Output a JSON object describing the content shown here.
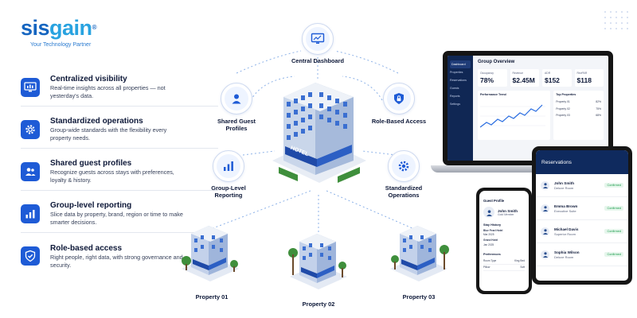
{
  "brand": {
    "name_part1": "sis",
    "name_part2": "gain",
    "registered": "®",
    "tagline": "Your Technology Partner"
  },
  "features": [
    {
      "title": "Centralized visibility",
      "desc": "Real-time insights across all properties — not yesterday's data.",
      "icon": "dashboard-chart-icon"
    },
    {
      "title": "Standardized operations",
      "desc": "Group-wide standards with the flexibility every property needs.",
      "icon": "gear-icon"
    },
    {
      "title": "Shared guest profiles",
      "desc": "Recognize guests across stays with preferences, loyalty & history.",
      "icon": "users-icon"
    },
    {
      "title": "Group-level reporting",
      "desc": "Slice data by property, brand, region or time to make smarter decisions.",
      "icon": "bar-chart-icon"
    },
    {
      "title": "Role-based access",
      "desc": "Right people, right data, with strong governance and security.",
      "icon": "shield-check-icon"
    }
  ],
  "diagram": {
    "nodes": {
      "central_dashboard": "Central Dashboard",
      "shared_guest_profiles": "Shared Guest Profiles",
      "role_based_access": "Role-Based Access",
      "group_level_reporting": "Group-Level Reporting",
      "standardized_operations": "Standardized Operations"
    },
    "hotel_sign": "HOTEL",
    "properties": [
      "Property 01",
      "Property 02",
      "Property 03"
    ]
  },
  "laptop": {
    "title": "Group Overview",
    "nav": [
      "Dashboard",
      "Properties",
      "Reservations",
      "Guests",
      "Reports",
      "Settings"
    ],
    "kpis": [
      {
        "label": "Occupancy",
        "value": "78%"
      },
      {
        "label": "Revenue",
        "value": "$2.45M"
      },
      {
        "label": "ADR",
        "value": "$152"
      },
      {
        "label": "RevPAR",
        "value": "$118"
      }
    ],
    "trend_title": "Performance Trend",
    "top_title": "Top Properties",
    "top_properties": [
      {
        "name": "Property 01",
        "value": "82%"
      },
      {
        "name": "Property 02",
        "value": "75%"
      },
      {
        "name": "Property 03",
        "value": "68%"
      }
    ]
  },
  "tablet": {
    "title": "Reservations",
    "rows": [
      {
        "name": "John Smith",
        "room": "Deluxe Room",
        "status": "Confirmed"
      },
      {
        "name": "Emma Brown",
        "room": "Executive Suite",
        "status": "Confirmed"
      },
      {
        "name": "Michael Davis",
        "room": "Superior Room",
        "status": "Confirmed"
      },
      {
        "name": "Sophia Wilson",
        "room": "Deluxe Room",
        "status": "Confirmed"
      }
    ]
  },
  "phone": {
    "title": "Guest Profile",
    "guest_name": "John Smith",
    "guest_sub": "Gold Member",
    "history_title": "Stay History",
    "history": [
      "Blue Pearl Hotel",
      "Mar 2025",
      "Grand Hotel",
      "Jan 2025"
    ],
    "pref_title": "Preferences",
    "prefs": [
      {
        "k": "Room Type",
        "v": "King Bed"
      },
      {
        "k": "Pillow",
        "v": "Soft"
      }
    ]
  },
  "colors": {
    "brand_blue": "#1565c0",
    "accent": "#1e5bd6",
    "navy": "#0f2a5e"
  }
}
